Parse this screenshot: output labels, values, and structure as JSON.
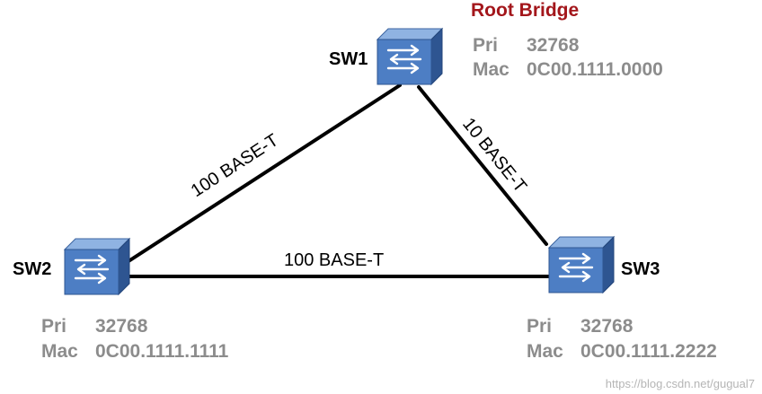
{
  "colors": {
    "root_bridge": "#a3161b",
    "info_text": "#8c8c8c",
    "watermark": "#b5b5b5",
    "switch_front": "#4d7ec4",
    "switch_top": "#8fb3e2",
    "switch_side": "#2e5591"
  },
  "root_bridge_label": "Root Bridge",
  "switches": {
    "sw1": {
      "name": "SW1",
      "pri_label": "Pri",
      "pri_value": "32768",
      "mac_label": "Mac",
      "mac_value": "0C00.1111.0000",
      "icon": "switch-icon"
    },
    "sw2": {
      "name": "SW2",
      "pri_label": "Pri",
      "pri_value": "32768",
      "mac_label": "Mac",
      "mac_value": "0C00.1111.1111",
      "icon": "switch-icon"
    },
    "sw3": {
      "name": "SW3",
      "pri_label": "Pri",
      "pri_value": "32768",
      "mac_label": "Mac",
      "mac_value": "0C00.1111.2222",
      "icon": "switch-icon"
    }
  },
  "links": {
    "sw1_sw2": "100 BASE-T",
    "sw1_sw3": "10 BASE-T",
    "sw2_sw3": "100 BASE-T"
  },
  "watermark": "https://blog.csdn.net/gugual7"
}
